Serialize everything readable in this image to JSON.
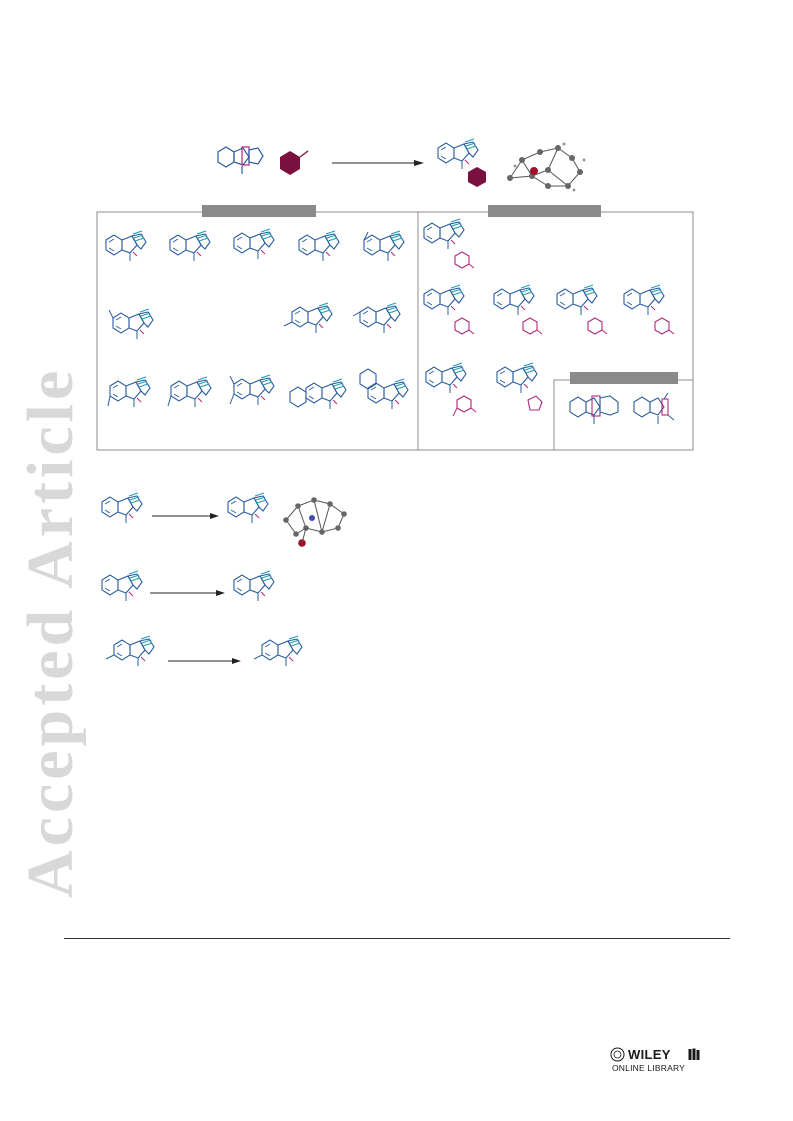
{
  "watermark": {
    "text": "Accepted Article",
    "color": "#d8d8d8"
  },
  "colors": {
    "blue": "#2a5d9f",
    "teal": "#1e9bb0",
    "magenta": "#b0287a",
    "maroon": "#7a1040",
    "banner": "#8a8a8a",
    "frame": "#8c8c8c"
  },
  "publisher": {
    "brand": "WILEY",
    "sub": "ONLINE LIBRARY"
  },
  "scheme": {
    "panels": [
      {
        "name": "scope-left"
      },
      {
        "name": "scope-right"
      },
      {
        "name": "scope-inset"
      }
    ]
  }
}
